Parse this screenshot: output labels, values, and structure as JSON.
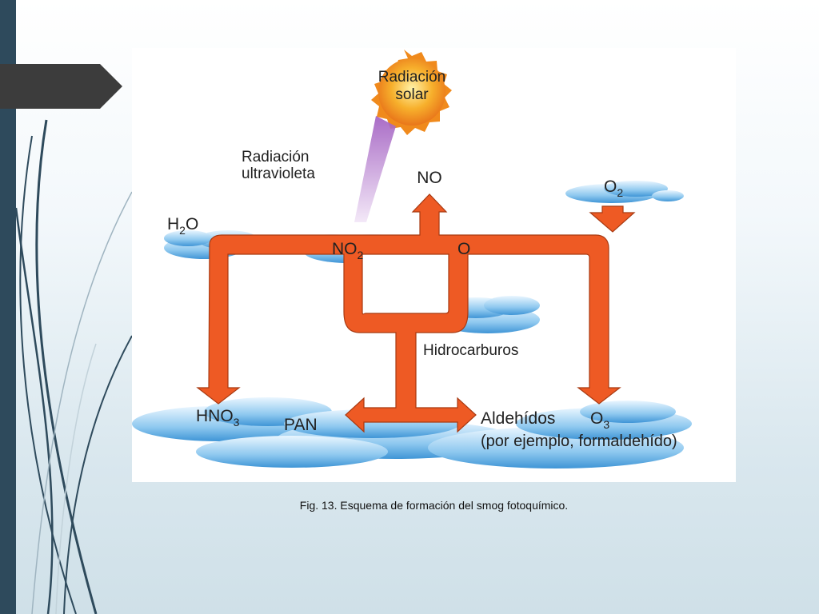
{
  "slide": {
    "caption": "Fig. 13. Esquema de formación del smog fotoquímico."
  },
  "diagram": {
    "sun_line1": "Radiación",
    "sun_line2": "solar",
    "uv_line1": "Radiación",
    "uv_line2": "ultravioleta",
    "no": "NO",
    "o2_main": "O",
    "o2_sub": "2",
    "h2o_h": "H",
    "h2o_sub": "2",
    "h2o_o": "O",
    "no2_main": "NO",
    "no2_sub": "2",
    "o": "O",
    "hydrocarbons": "Hidrocarburos",
    "hno3_main": "HNO",
    "hno3_sub": "3",
    "pan": "PAN",
    "aldehydes": "Aldehídos",
    "o3_main": "O",
    "o3_sub": "3",
    "example": "(por ejemplo, formaldehído)"
  },
  "colors": {
    "arrow": "#ee5a24",
    "arrow_edge": "#a83a12",
    "cloud": "#5fb0e6",
    "sun": "#f39a1c",
    "uv_beam": "#b57bd0",
    "sidebar": "#2e4a5c",
    "tab": "#3c3c3c"
  }
}
